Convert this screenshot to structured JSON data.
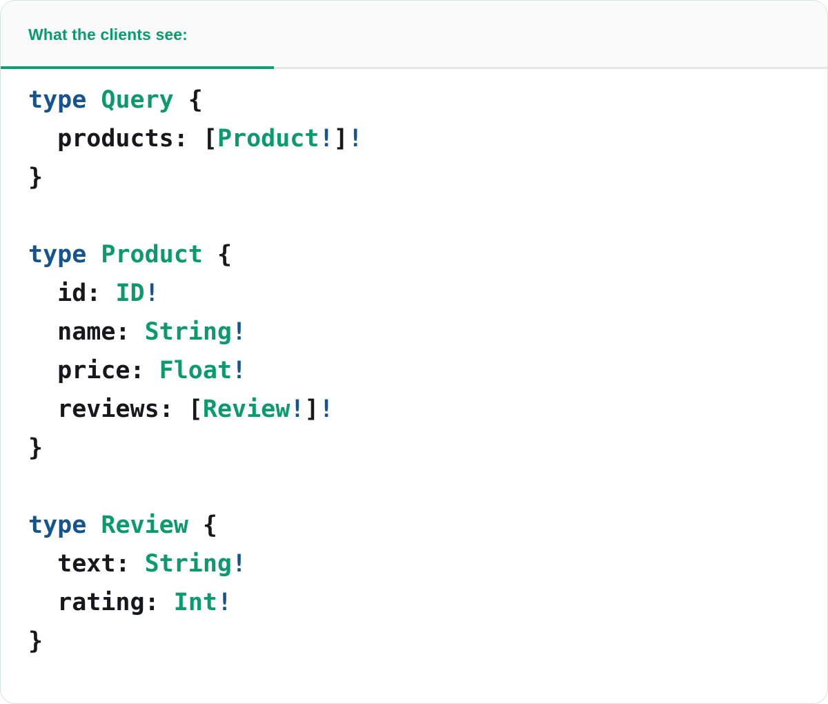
{
  "panel": {
    "accent_green": "#0f9d74",
    "keyword_blue": "#18548c",
    "text_black": "#16181c",
    "header_bg": "#fafafa",
    "body_bg": "#ffffff"
  },
  "tabs": [
    {
      "label": "What the clients see:",
      "active": true
    }
  ],
  "code": {
    "language": "graphql",
    "lines": [
      {
        "i": 0,
        "tokens": [
          {
            "t": "type",
            "k": "kw"
          },
          {
            "t": " ",
            "k": "punc"
          },
          {
            "t": "Query",
            "k": "tname"
          },
          {
            "t": " {",
            "k": "punc"
          }
        ]
      },
      {
        "i": 1,
        "tokens": [
          {
            "t": "  products: [",
            "k": "punc"
          },
          {
            "t": "Product",
            "k": "tname"
          },
          {
            "t": "!",
            "k": "bang"
          },
          {
            "t": "]",
            "k": "punc"
          },
          {
            "t": "!",
            "k": "bang"
          }
        ]
      },
      {
        "i": 2,
        "tokens": [
          {
            "t": "}",
            "k": "punc"
          }
        ]
      },
      {
        "i": 3,
        "tokens": [
          {
            "t": "",
            "k": "punc"
          }
        ]
      },
      {
        "i": 4,
        "tokens": [
          {
            "t": "type",
            "k": "kw"
          },
          {
            "t": " ",
            "k": "punc"
          },
          {
            "t": "Product",
            "k": "tname"
          },
          {
            "t": " {",
            "k": "punc"
          }
        ]
      },
      {
        "i": 5,
        "tokens": [
          {
            "t": "  id: ",
            "k": "punc"
          },
          {
            "t": "ID",
            "k": "tname"
          },
          {
            "t": "!",
            "k": "bang"
          }
        ]
      },
      {
        "i": 6,
        "tokens": [
          {
            "t": "  name: ",
            "k": "punc"
          },
          {
            "t": "String",
            "k": "tname"
          },
          {
            "t": "!",
            "k": "bang"
          }
        ]
      },
      {
        "i": 7,
        "tokens": [
          {
            "t": "  price: ",
            "k": "punc"
          },
          {
            "t": "Float",
            "k": "tname"
          },
          {
            "t": "!",
            "k": "bang"
          }
        ]
      },
      {
        "i": 8,
        "tokens": [
          {
            "t": "  reviews: [",
            "k": "punc"
          },
          {
            "t": "Review",
            "k": "tname"
          },
          {
            "t": "!",
            "k": "bang"
          },
          {
            "t": "]",
            "k": "punc"
          },
          {
            "t": "!",
            "k": "bang"
          }
        ]
      },
      {
        "i": 9,
        "tokens": [
          {
            "t": "}",
            "k": "punc"
          }
        ]
      },
      {
        "i": 10,
        "tokens": [
          {
            "t": "",
            "k": "punc"
          }
        ]
      },
      {
        "i": 11,
        "tokens": [
          {
            "t": "type",
            "k": "kw"
          },
          {
            "t": " ",
            "k": "punc"
          },
          {
            "t": "Review",
            "k": "tname"
          },
          {
            "t": " {",
            "k": "punc"
          }
        ]
      },
      {
        "i": 12,
        "tokens": [
          {
            "t": "  text: ",
            "k": "punc"
          },
          {
            "t": "String",
            "k": "tname"
          },
          {
            "t": "!",
            "k": "bang"
          }
        ]
      },
      {
        "i": 13,
        "tokens": [
          {
            "t": "  rating: ",
            "k": "punc"
          },
          {
            "t": "Int",
            "k": "tname"
          },
          {
            "t": "!",
            "k": "bang"
          }
        ]
      },
      {
        "i": 14,
        "tokens": [
          {
            "t": "}",
            "k": "punc"
          }
        ]
      }
    ],
    "plain_text": "type Query {\n  products: [Product!]!\n}\n\ntype Product {\n  id: ID!\n  name: String!\n  price: Float!\n  reviews: [Review!]!\n}\n\ntype Review {\n  text: String!\n  rating: Int!\n}"
  }
}
